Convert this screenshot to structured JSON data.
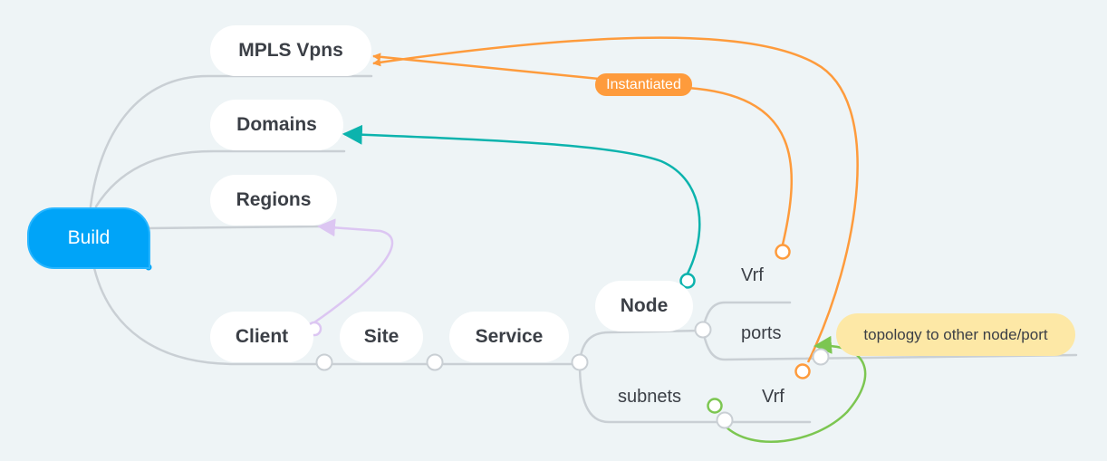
{
  "root": {
    "label": "Build"
  },
  "topics": {
    "mpls_vpns": "MPLS Vpns",
    "domains": "Domains",
    "regions": "Regions",
    "client": "Client",
    "site": "Site",
    "service": "Service",
    "node": "Node",
    "vrf_top": "Vrf",
    "ports": "ports",
    "subnets": "subnets",
    "vrf_bottom": "Vrf"
  },
  "relationships": {
    "instantiated": "Instantiated",
    "topology_note": "topology to other node/port"
  },
  "colors": {
    "background": "#eef4f6",
    "root": "#00a4f8",
    "branch_line": "#c9cfd4",
    "orange": "#fe9b3c",
    "teal": "#0cb3ad",
    "lavender": "#dcc6f2",
    "green": "#7cc651",
    "note": "#fde8a6"
  }
}
